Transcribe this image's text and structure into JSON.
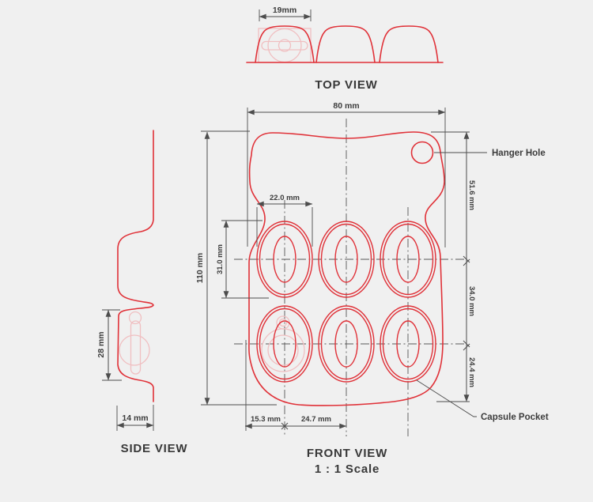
{
  "colors": {
    "background": "#f0f0f0",
    "outline_red": "#e03138",
    "ghost_pink": "#f0bfc1",
    "dimension_gray": "#4d4d4d",
    "text_gray": "#3c3c3c"
  },
  "views": {
    "top": {
      "title": "TOP VIEW",
      "dims": {
        "pocket_width": "19mm"
      }
    },
    "side": {
      "title": "SIDE VIEW",
      "dims": {
        "pocket_height": "28 mm",
        "depth": "14 mm"
      }
    },
    "front": {
      "title": "FRONT VIEW",
      "scale": "1 : 1 Scale",
      "dims": {
        "width": "80 mm",
        "height": "110 mm",
        "pocket_width": "22.0 mm",
        "pocket_height": "31.0 mm",
        "top_to_row1": "51.6 mm",
        "row1_to_row2": "34.0 mm",
        "row2_to_bottom": "24.4 mm",
        "edge_to_col1": "15.3 mm",
        "col1_to_col2": "24.7 mm"
      },
      "labels": {
        "hanger_hole": "Hanger Hole",
        "capsule_pocket": "Capsule Pocket"
      }
    }
  }
}
